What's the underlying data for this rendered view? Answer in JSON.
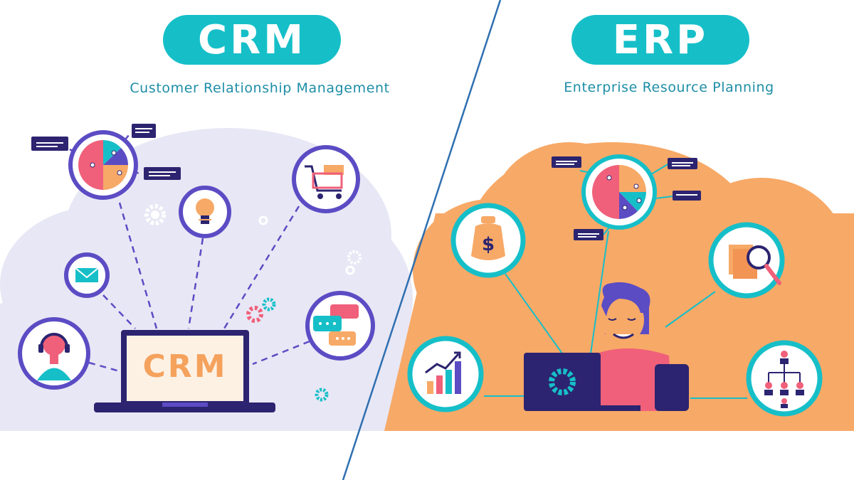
{
  "crm": {
    "badge": "CRM",
    "subtitle": "Customer Relationship Management",
    "laptop_screen_text": "CRM"
  },
  "erp": {
    "badge": "ERP",
    "subtitle": "Enterprise Resource Planning"
  },
  "colors": {
    "teal": "#16bfc8",
    "purple": "#5b4cc4",
    "navy": "#2c2470",
    "coral": "#f0607a",
    "orange_cloud": "#f7a967",
    "lavender_cloud": "#e8e7f5",
    "subtitle_blue": "#1e8ea6"
  },
  "icons": {
    "crm_side": [
      "pie-chart-icon",
      "lightbulb-icon",
      "shopping-cart-icon",
      "email-icon",
      "chat-bubbles-icon",
      "support-agent-icon",
      "gear-icon",
      "laptop-icon"
    ],
    "erp_side": [
      "pie-chart-icon",
      "money-bag-icon",
      "document-search-icon",
      "growth-chart-icon",
      "org-chart-icon",
      "gear-icon",
      "laptop-icon",
      "person-icon"
    ]
  }
}
